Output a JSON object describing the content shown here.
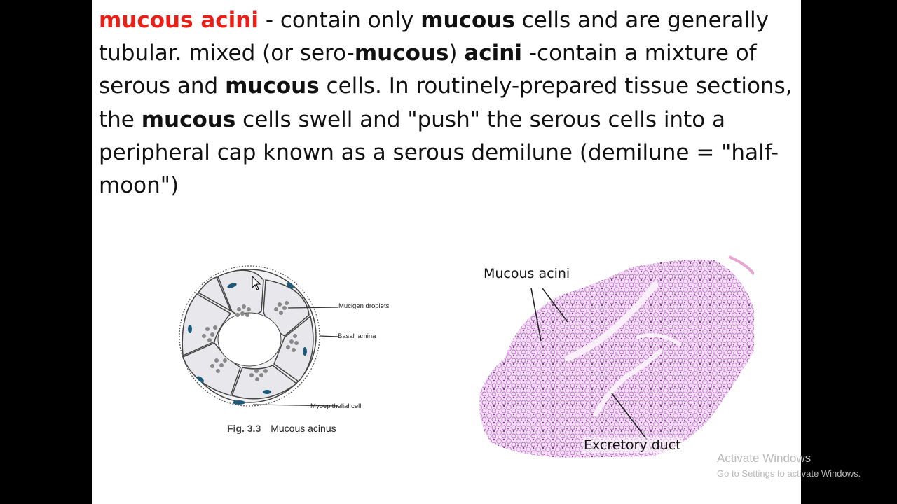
{
  "paragraph": {
    "t1": "mucous acini",
    "t2": " - contain only ",
    "t3": "mucous",
    "t4": " cells and are generally tubular. mixed (or sero-",
    "t5": "mucous",
    "t6": ") ",
    "t7": "acini",
    "t8": " -contain a mixture of serous and ",
    "t9": "mucous",
    "t10": " cells. In routinely-prepared tissue sections, the ",
    "t11": "mucous",
    "t12": " cells swell and \"push\" the serous cells into a peripheral cap known as a serous demilune (demilune = \"half-moon\")"
  },
  "diagram": {
    "labels": {
      "droplets": "Mucigen droplets",
      "lamina": "Basal lamina",
      "myo": "Myoepithelial cell"
    },
    "caption_num": "Fig. 3.3",
    "caption_text": "Mucous acinus"
  },
  "micrograph": {
    "label_top": "Mucous acini",
    "label_bottom": "Excretory duct"
  },
  "watermark": {
    "title": "Activate Windows",
    "subtitle": "Go to Settings to activate Windows."
  },
  "colors": {
    "highlight_red": "#e8201a",
    "stain_pink": "#d9a6dd",
    "stain_purple": "#8a2a9a"
  },
  "icons": {
    "cursor": "mouse-pointer-icon"
  }
}
